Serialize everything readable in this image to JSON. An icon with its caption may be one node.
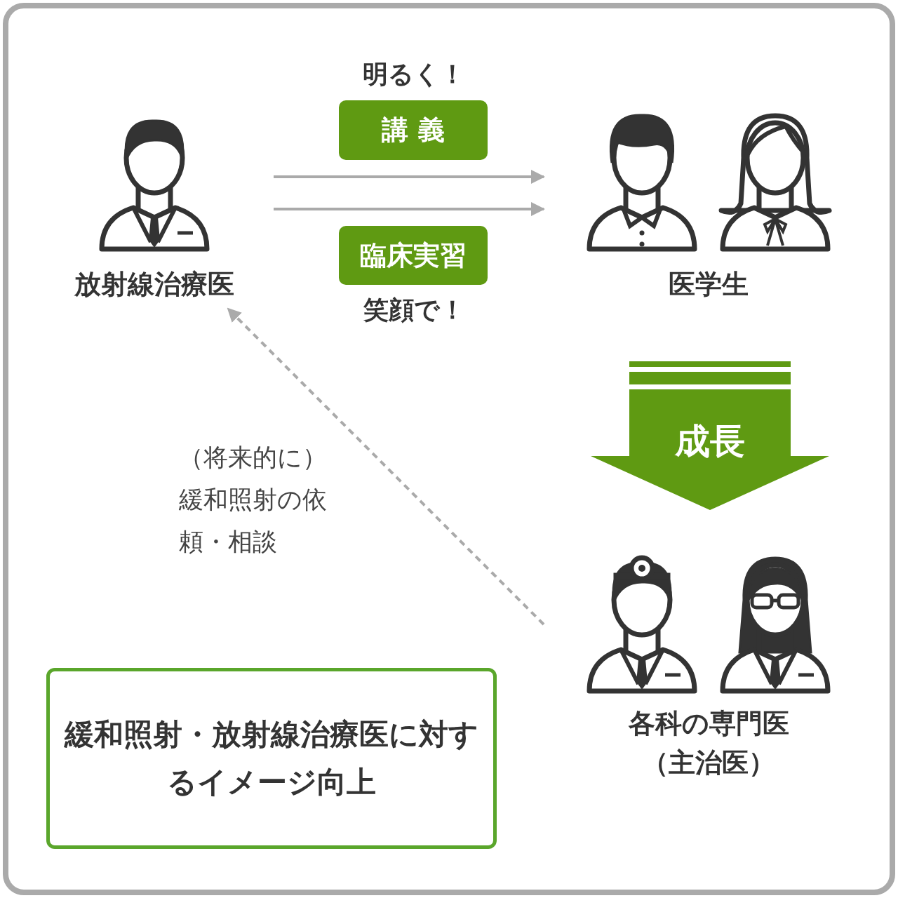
{
  "diagram": {
    "nodes": [
      {
        "text": [
          "放射線治療医"
        ]
      },
      {
        "text": [
          "医学生"
        ]
      },
      {
        "text": [
          "各科の専門医（主治医）"
        ]
      },
      {
        "text": [
          "講 義"
        ],
        "beside": [
          "明るく！"
        ]
      },
      {
        "text": [
          "臨床実習"
        ],
        "beside": [
          "笑顔で！"
        ]
      },
      {
        "text": [
          "成長"
        ]
      },
      {
        "text": [
          "緩和照射・放射線治療医に対するイメージ向上"
        ]
      }
    ],
    "edges": [
      {
        "from": 0,
        "to": 1,
        "arrow": "to"
      },
      {
        "from": 0,
        "to": 1,
        "arrow": "to"
      },
      {
        "from": 2,
        "to": 0,
        "arrow": "to",
        "style": "dashed",
        "label": "（将来的に）緩和照射の依頼・相談"
      }
    ]
  }
}
